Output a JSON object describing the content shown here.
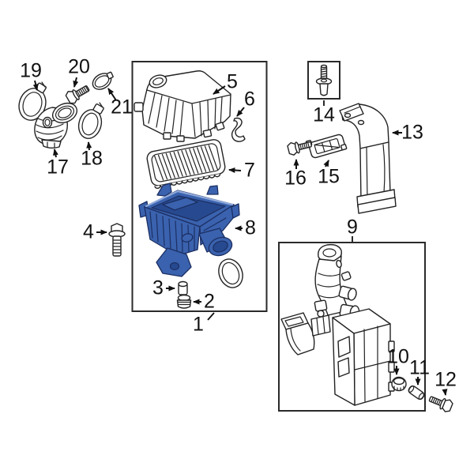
{
  "diagram": {
    "type": "exploded-parts-diagram",
    "background_color": "#ffffff",
    "line_color": "#222222",
    "highlight_color": "#3a62ae",
    "highlight_shadow_color": "#27498f",
    "highlight_outline_color": "#1c2f63",
    "highlight_light_color": "#8fa9da",
    "callouts": [
      "1",
      "2",
      "3",
      "4",
      "5",
      "6",
      "7",
      "8",
      "9",
      "10",
      "11",
      "12",
      "13",
      "14",
      "15",
      "16",
      "17",
      "18",
      "19",
      "20",
      "21"
    ]
  }
}
